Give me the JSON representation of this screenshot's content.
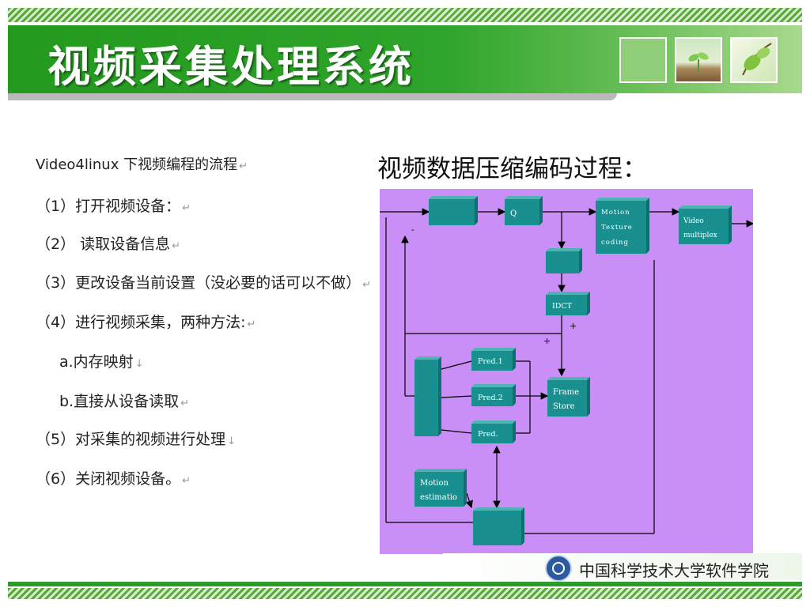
{
  "slide": {
    "title": "视频采集处理系统",
    "footer_org": "中国科学技术大学软件学院"
  },
  "left_list": {
    "heading": "Video4linux 下视频编程的流程",
    "items": [
      "（1）打开视频设备：",
      "（2） 读取设备信息",
      "（3）更改设备当前设置（没必要的话可以不做）",
      "（4）进行视频采集，两种方法:",
      "a.内存映射",
      "b.直接从设备读取",
      "（5）对采集的视频进行处理",
      "（6）关闭视频设备。"
    ]
  },
  "diagram": {
    "title": "视频数据压缩编码过程：",
    "background": "#c98ff7",
    "block_color": "#1a8f8f",
    "labels": {
      "q": "Q",
      "motion_texture_coding": [
        "Motion",
        "Texture",
        "coding"
      ],
      "video_multiplex": [
        "Video",
        "multiplex"
      ],
      "idct": "IDCT",
      "pred1": "Pred.1",
      "pred2": "Pred.2",
      "pred": "Pred.",
      "frame_store": [
        "Frame",
        "Store"
      ],
      "motion_estimation": [
        "Motion",
        "estimatio"
      ],
      "minus": "-",
      "plus_a": "+",
      "plus_b": "+"
    }
  }
}
